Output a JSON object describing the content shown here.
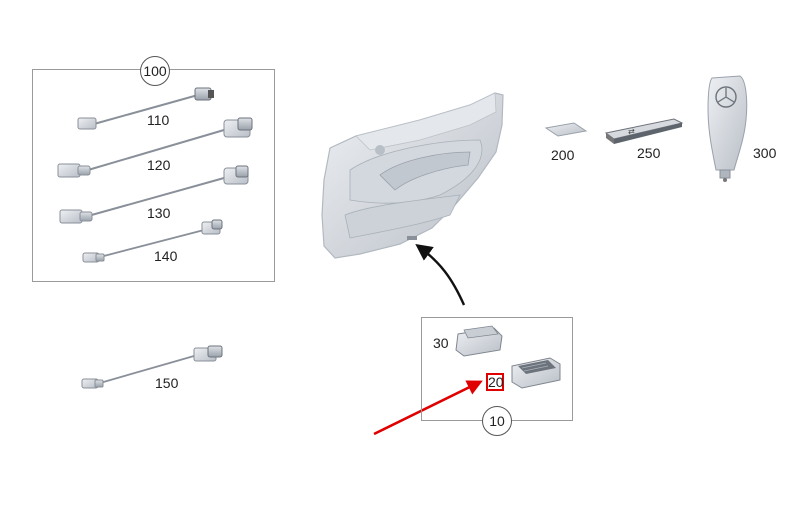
{
  "diagram": {
    "groups": [
      {
        "id": "group-100",
        "number": "100"
      },
      {
        "id": "group-10",
        "number": "10"
      }
    ],
    "parts": [
      {
        "id": "110",
        "label": "110",
        "icon": "usb-cable-short-icon"
      },
      {
        "id": "120",
        "label": "120",
        "icon": "usb-cable-long-icon"
      },
      {
        "id": "130",
        "label": "130",
        "icon": "usb-cable-long-icon"
      },
      {
        "id": "140",
        "label": "140",
        "icon": "usb-cable-small-icon"
      },
      {
        "id": "150",
        "label": "150",
        "icon": "usb-cable-small-icon"
      },
      {
        "id": "200",
        "label": "200",
        "icon": "pad-icon"
      },
      {
        "id": "250",
        "label": "250",
        "icon": "usb-stick-icon"
      },
      {
        "id": "300",
        "label": "300",
        "icon": "car-charger-icon"
      },
      {
        "id": "30",
        "label": "30",
        "icon": "usb-socket-cover-icon"
      },
      {
        "id": "20",
        "label": "20",
        "icon": "usb-socket-icon"
      }
    ],
    "highlighted_part": "20",
    "highlight_color": "#e00000"
  }
}
